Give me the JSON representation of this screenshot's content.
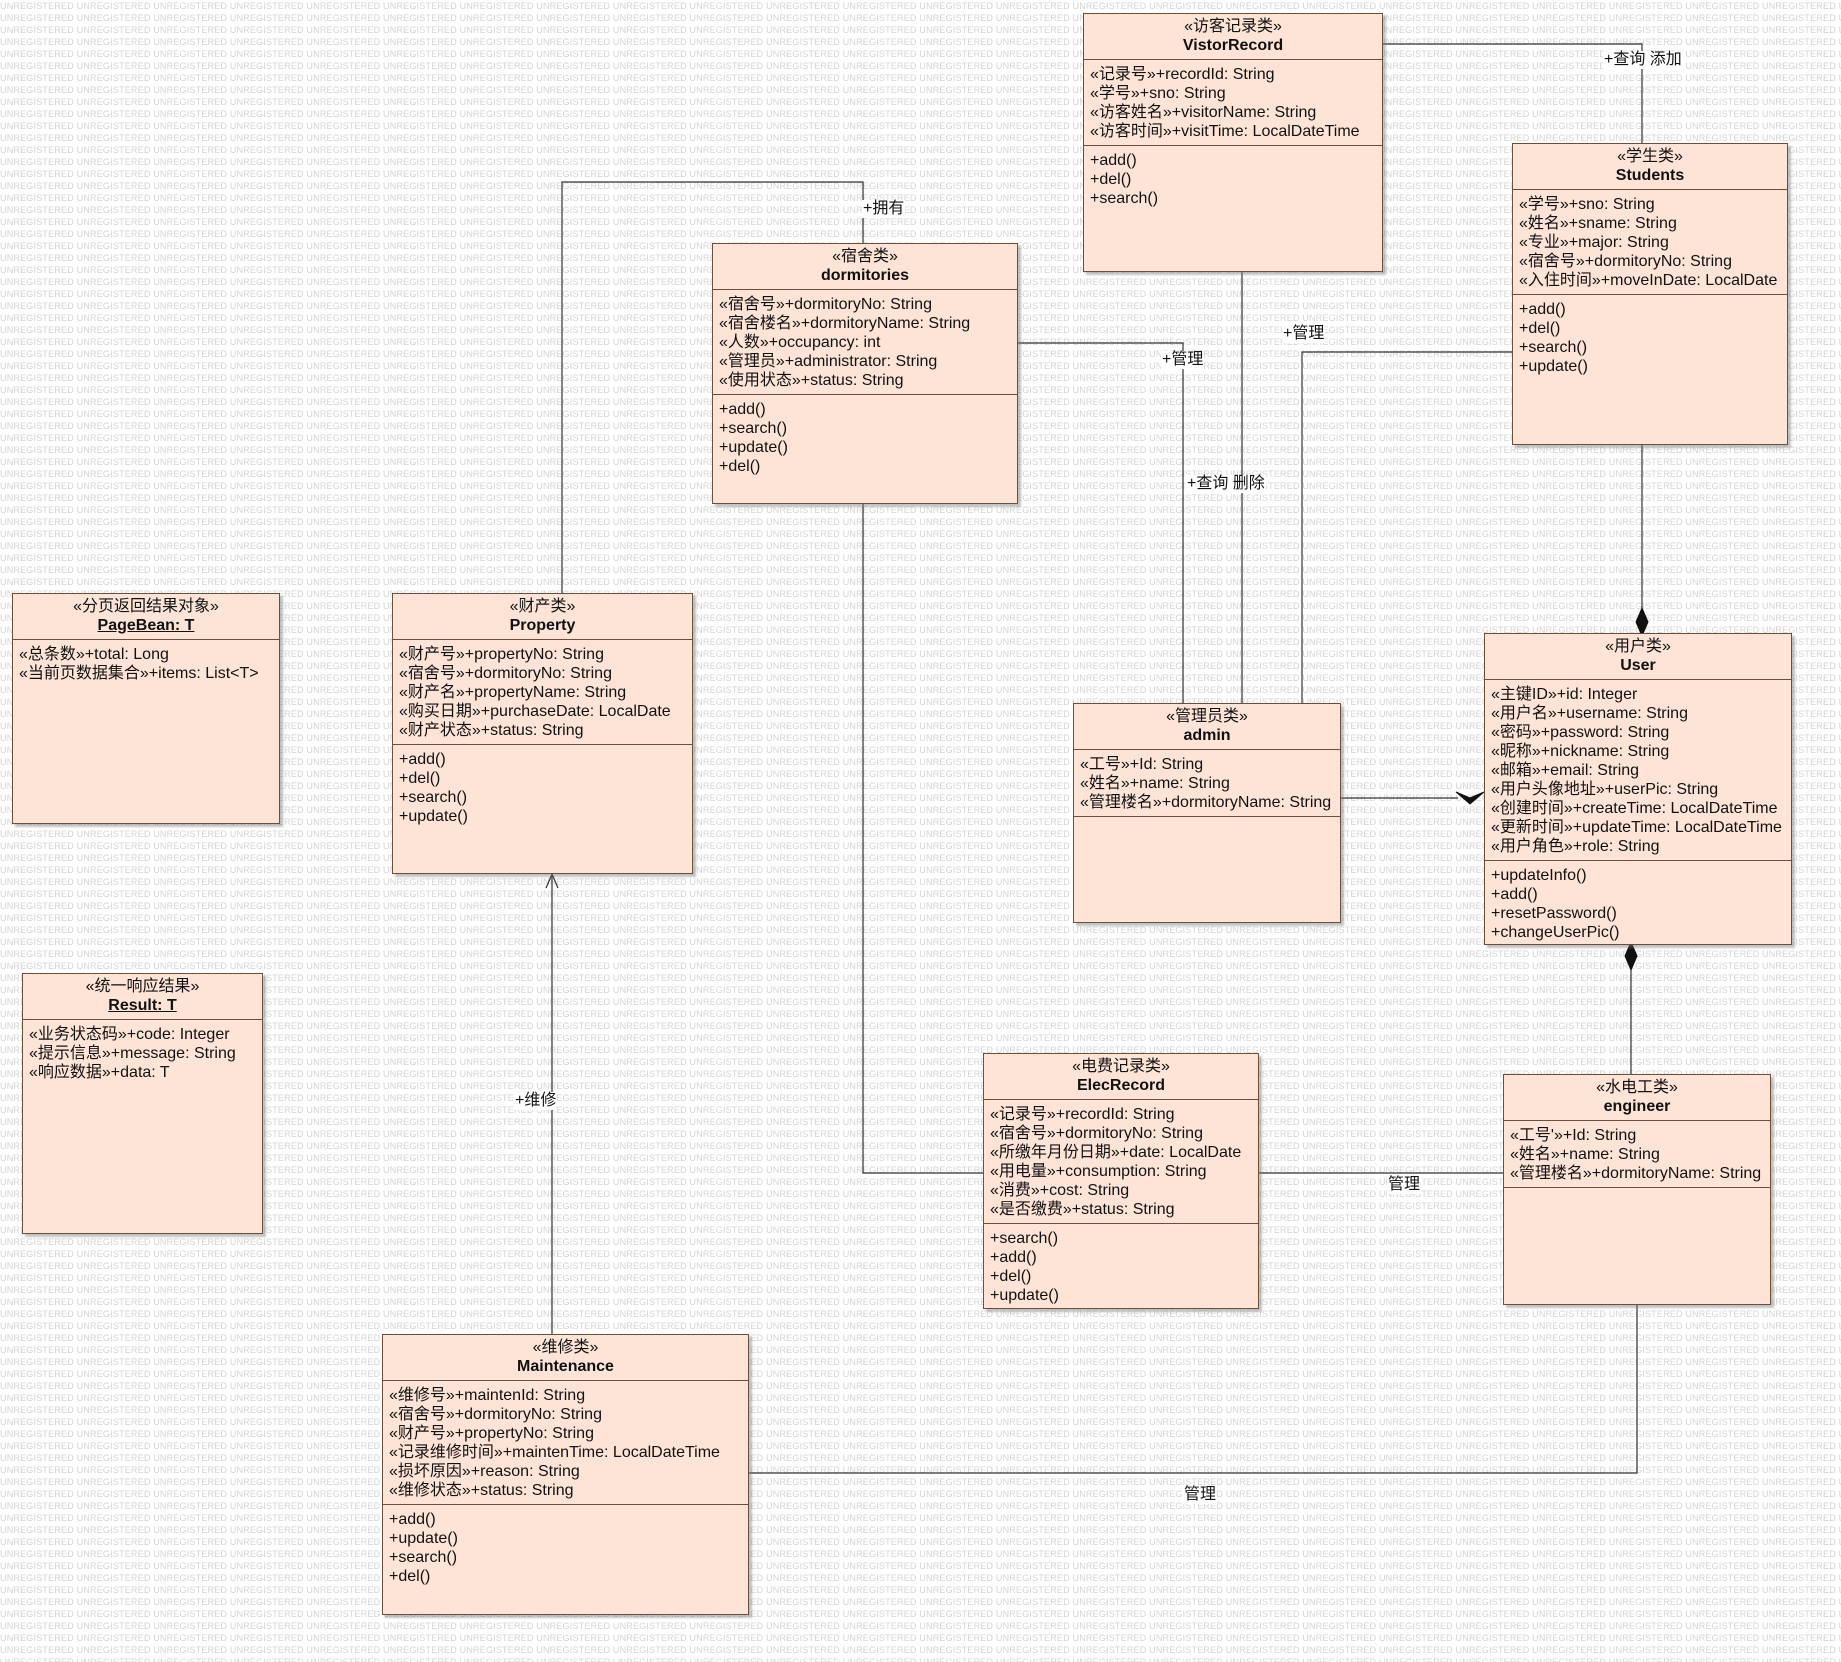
{
  "watermark": "UNREGISTERED",
  "colors": {
    "class_fill": "#fee4d7",
    "class_border": "#6b4e3c",
    "edge": "#333333",
    "watermark": "#d3d3d3"
  },
  "classes": {
    "visitor": {
      "stereotype": "«访客记录类»",
      "name": "VistorRecord",
      "attributes": [
        "«记录号»+recordId: String",
        "«学号»+sno: String",
        "«访客姓名»+visitorName: String",
        "«访客时间»+visitTime: LocalDateTime"
      ],
      "operations": [
        "+add()",
        "+del()",
        "+search()"
      ]
    },
    "students": {
      "stereotype": "«学生类»",
      "name": "Students",
      "attributes": [
        "«学号»+sno: String",
        "«姓名»+sname: String",
        "«专业»+major: String",
        "«宿舍号»+dormitoryNo: String",
        "«入住时间»+moveInDate: LocalDate"
      ],
      "operations": [
        "+add()",
        "+del()",
        "+search()",
        "+update()"
      ]
    },
    "dormitories": {
      "stereotype": "«宿舍类»",
      "name": "dormitories",
      "attributes": [
        "«宿舍号»+dormitoryNo: String",
        "«宿舍楼名»+dormitoryName: String",
        "«人数»+occupancy: int",
        "«管理员»+administrator: String",
        "«使用状态»+status: String"
      ],
      "operations": [
        "+add()",
        "+search()",
        "+update()",
        "+del()"
      ]
    },
    "pagebean": {
      "stereotype": "«分页返回结果对象»",
      "name": "PageBean: T",
      "attributes": [
        "«总条数»+total: Long",
        "«当前页数据集合»+items: List<T>"
      ],
      "operations": []
    },
    "property": {
      "stereotype": "«财产类»",
      "name": "Property",
      "attributes": [
        "«财产号»+propertyNo: String",
        "«宿舍号»+dormitoryNo: String",
        "«财产名»+propertyName: String",
        "«购买日期»+purchaseDate: LocalDate",
        "«财产状态»+status: String"
      ],
      "operations": [
        "+add()",
        "+del()",
        "+search()",
        "+update()"
      ]
    },
    "admin": {
      "stereotype": "«管理员类»",
      "name": "admin",
      "attributes": [
        "«工号»+Id: String",
        "«姓名»+name: String",
        "«管理楼名»+dormitoryName: String"
      ],
      "operations": []
    },
    "user": {
      "stereotype": "«用户类»",
      "name": "User",
      "attributes": [
        "«主键ID»+id: Integer",
        "«用户名»+username: String",
        "«密码»+password: String",
        "«昵称»+nickname: String",
        "«邮箱»+email: String",
        "«用户头像地址»+userPic: String",
        "«创建时间»+createTime: LocalDateTime",
        "«更新时间»+updateTime: LocalDateTime",
        "«用户角色»+role: String"
      ],
      "operations": [
        "+updateInfo()",
        "+add()",
        "+resetPassword()",
        "+changeUserPic()"
      ]
    },
    "result": {
      "stereotype": "«统一响应结果»",
      "name": "Result: T",
      "attributes": [
        "«业务状态码»+code: Integer",
        "«提示信息»+message: String",
        "«响应数据»+data: T"
      ],
      "operations": []
    },
    "elec": {
      "stereotype": "«电费记录类»",
      "name": "ElecRecord",
      "attributes": [
        "«记录号»+recordId: String",
        "«宿舍号»+dormitoryNo: String",
        "«所缴年月份日期»+date: LocalDate",
        "«用电量»+consumption: String",
        "«消费»+cost: String",
        "«是否缴费»+status: String"
      ],
      "operations": [
        "+search()",
        "+add()",
        "+del()",
        "+update()"
      ]
    },
    "engineer": {
      "stereotype": "«水电工类»",
      "name": "engineer",
      "attributes": [
        "«工号'»+Id: String",
        "«姓名»+name: String",
        "«管理楼名»+dormitoryName: String"
      ],
      "operations": []
    },
    "maintenance": {
      "stereotype": "«维修类»",
      "name": "Maintenance",
      "attributes": [
        "«维修号»+maintenId: String",
        "«宿舍号»+dormitoryNo: String",
        "«财产号»+propertyNo: String",
        "«记录维修时间»+maintenTime: LocalDateTime",
        "«损坏原因»+reason: String",
        "«维修状态»+status: String"
      ],
      "operations": [
        "+add()",
        "+update()",
        "+search()",
        "+del()"
      ]
    }
  },
  "edge_labels": {
    "visitor_students": "+查询 添加",
    "property_dorm": "+拥有",
    "dorm_admin": "+管理",
    "students_admin": "+管理",
    "visitor_admin": "+查询 删除",
    "maint_property": "+维修",
    "elec_engineer": "管理",
    "maint_engineer": "管理"
  }
}
